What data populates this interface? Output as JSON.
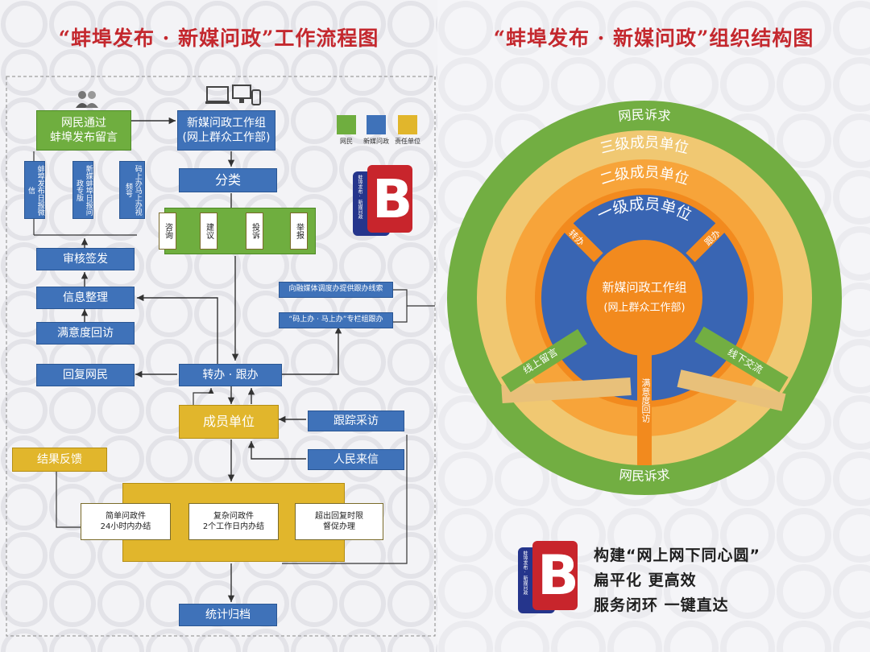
{
  "flowchart": {
    "title": "“蚌埠发布 · 新媒问政”工作流程图",
    "legend": [
      {
        "label": "网民",
        "color": "#6fae3f"
      },
      {
        "label": "新媒问政",
        "color": "#3f72b9"
      },
      {
        "label": "责任单位",
        "color": "#e1b62c"
      }
    ],
    "netizen_box": "网民通过\n蚌埠发布留言",
    "workgroup_box": "新媒问政工作组\n(网上群众工作部)",
    "channels": [
      "蚌埠发布日报微信",
      "新媒蚌埠日报问政专版",
      "码上办马上办视频号"
    ],
    "classify": "分类",
    "categories": [
      "咨询",
      "建议",
      "投诉",
      "举报"
    ],
    "review": "审核签发",
    "organize": "信息整理",
    "satisfaction": "满意度回访",
    "reply": "回复网民",
    "forward": "转办 · 跟办",
    "clue": "向融媒体调度办提供跟办线索",
    "column": "“码上办 · 马上办”专栏组跟办",
    "member": "成员单位",
    "track": "跟踪采访",
    "letters": "人民来信",
    "feedback": "结果反馈",
    "simple": "简单问政件\n24小时内办结",
    "complex": "复杂问政件\n2个工作日内办结",
    "overdue": "超出回复时限\n督促办理",
    "archive": "统计归档"
  },
  "org": {
    "title": "“蚌埠发布 · 新媒问政”组织结构图",
    "ring_outer_top": "网民诉求",
    "ring_outer_bottom": "网民诉求",
    "ring_level3": "三级成员单位",
    "ring_level2": "二级成员单位",
    "ring_level1": "一级成员单位",
    "center_line1": "新媒问政工作组",
    "center_line2": "(网上群众工作部)",
    "spoke_forward": "转办",
    "spoke_follow": "跟办",
    "spoke_online": "线上留言",
    "spoke_offline": "线下交流",
    "spoke_visit": "满意度回访",
    "slogans": [
      "构建“网上网下同心圆”",
      "扁平化  更高效",
      "服务闭环  一键直达"
    ]
  },
  "logo": {
    "letter": "B",
    "tag": "蚌埠发布·新媒问政"
  },
  "colors": {
    "title_red": "#c4282e",
    "green": "#6fae3f",
    "blue": "#3f72b9",
    "gold": "#e1b62c",
    "orange": "#f39a2c",
    "light_orange": "#f7b95a",
    "cream": "#f0c872"
  }
}
